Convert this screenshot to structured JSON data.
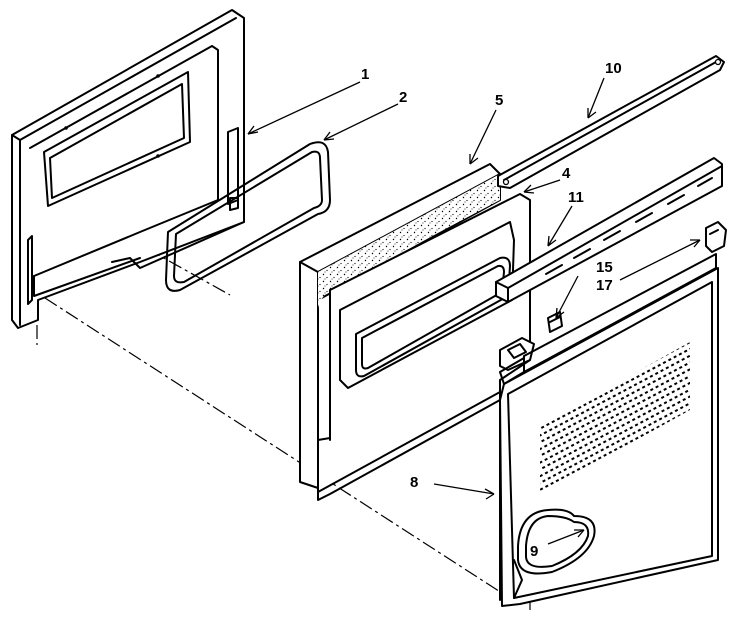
{
  "callouts": {
    "c1": "1",
    "c2": "2",
    "c4": "4",
    "c5": "5",
    "c8": "8",
    "c9": "9",
    "c10": "10",
    "c11": "11",
    "c15": "15",
    "c17": "17"
  }
}
